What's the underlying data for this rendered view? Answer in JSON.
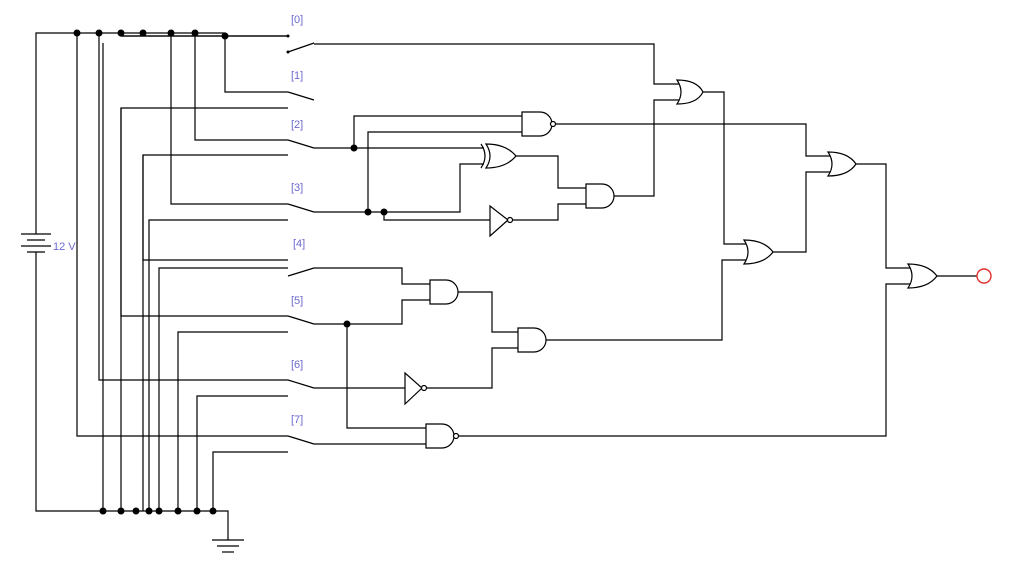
{
  "switch_labels": [
    "[0]",
    "[1]",
    "[2]",
    "[3]",
    "[4]",
    "[5]",
    "[6]",
    "[7]"
  ],
  "battery": {
    "label": "12 V"
  },
  "colors": {
    "label": "#6a6ad0",
    "wire": "#000000",
    "probe": "#e03030",
    "background": "#ffffff"
  },
  "components": {
    "gates": [
      "OR",
      "OR",
      "OR",
      "OR",
      "AND",
      "AND",
      "AND",
      "AND",
      "AND",
      "XOR",
      "NOT",
      "NOT"
    ],
    "output_probe": "probe-icon",
    "ground": "ground-icon"
  }
}
